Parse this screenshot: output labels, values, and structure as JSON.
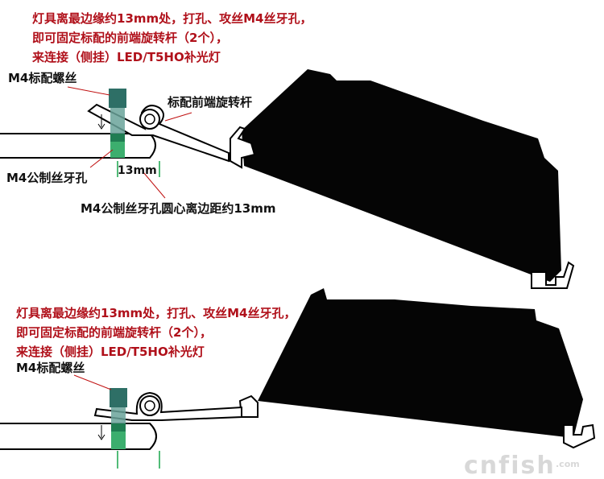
{
  "top": {
    "note_line1": "灯具离最边缘约13mm处，打孔、攻丝M4丝牙孔，",
    "note_line2": "即可固定标配的前端旋转杆（2个），",
    "note_line3": "来连接（侧挂）LED/T5HO补光灯",
    "screw_label": "M4标配螺丝",
    "rod_label": "标配前端旋转杆",
    "hole_label": "M4公制丝牙孔",
    "dim_label": "13mm",
    "center_label": "M4公制丝牙孔圆心离边距约13mm"
  },
  "bottom": {
    "note_line1": "灯具离最边缘约13mm处，打孔、攻丝M4丝牙孔，",
    "note_line2": "即可固定标配的前端旋转杆（2个），",
    "note_line3": "来连接（侧挂）LED/T5HO补光灯",
    "screw_label": "M4标配螺丝"
  },
  "watermark": {
    "text": "cnfish",
    "suffix": ".com"
  },
  "colors": {
    "red_text": "#b0101a",
    "screw_teal": "#2e6f66",
    "hole_green": "#3cae6e",
    "marker_green": "#18a54a"
  }
}
